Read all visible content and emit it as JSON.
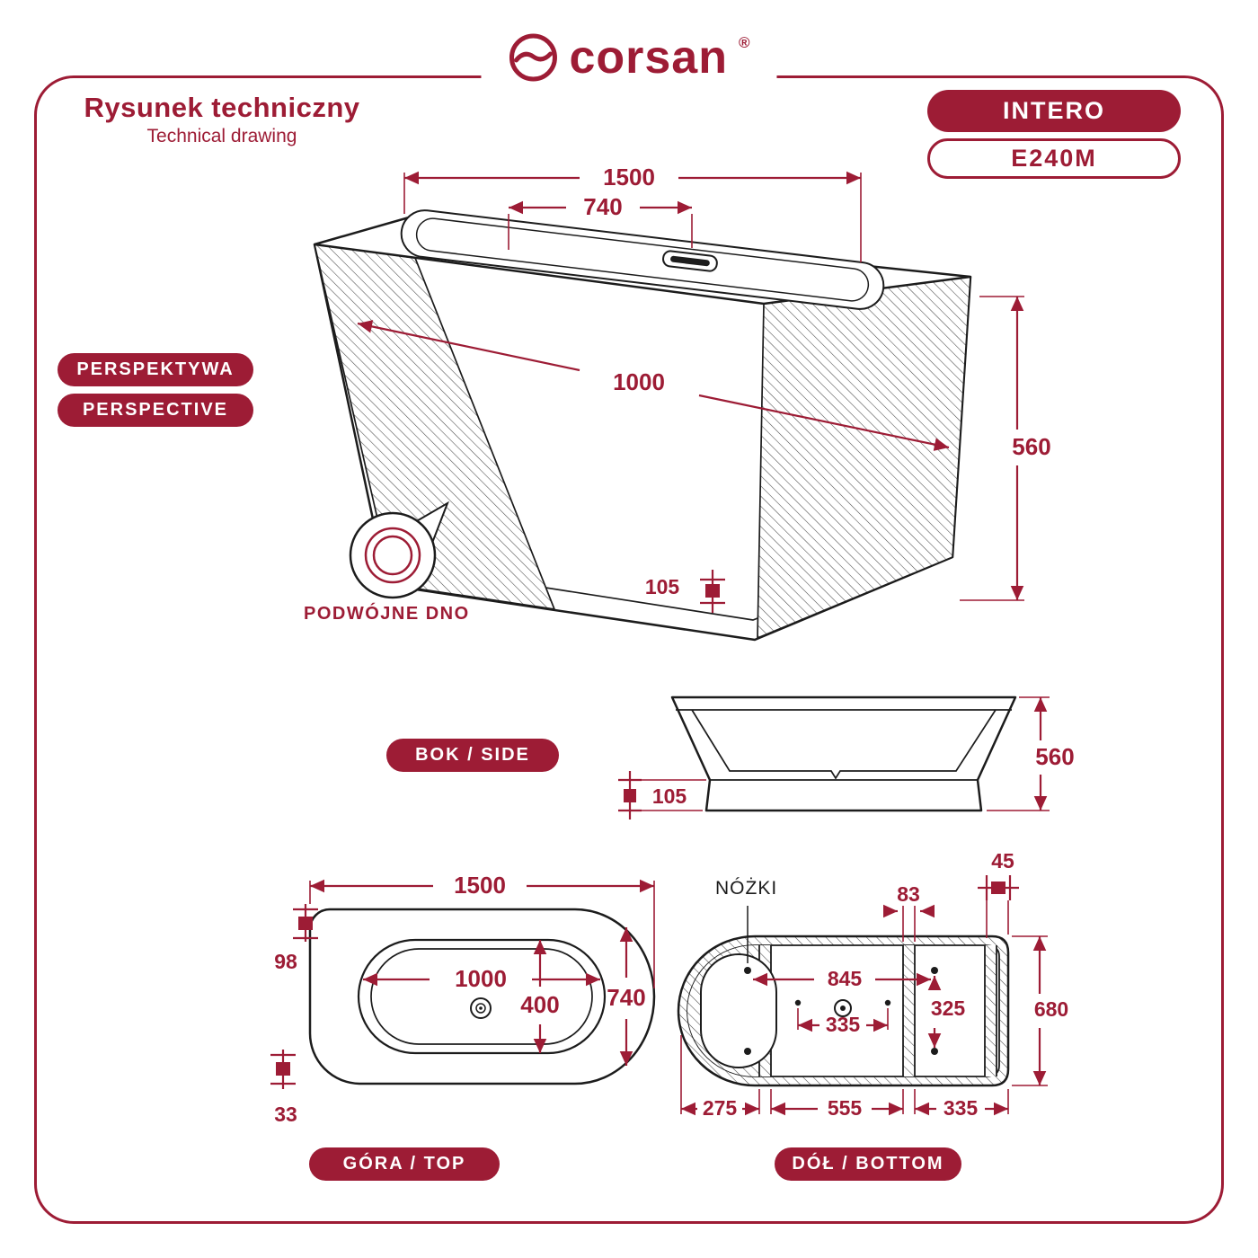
{
  "colors": {
    "brand": "#9d1c35",
    "line": "#1c1c1c"
  },
  "brand": {
    "logo": "corsan",
    "registered": "®"
  },
  "header": {
    "title_pl": "Rysunek techniczny",
    "title_en": "Technical drawing",
    "model_name": "INTERO",
    "model_code": "E240M"
  },
  "section_badges": {
    "perspective_pl": "PERSPEKTYWA",
    "perspective_en": "PERSPECTIVE",
    "side": "BOK / SIDE",
    "top": "GÓRA / TOP",
    "bottom": "DÓŁ / BOTTOM"
  },
  "annotations": {
    "double_bottom": "PODWÓJNE DNO",
    "feet": "NÓŻKI"
  },
  "dimensions_mm": {
    "perspective": {
      "length": "1500",
      "overflow_offset": "740",
      "basin_length": "1000",
      "height": "560",
      "plinth_height": "105"
    },
    "side": {
      "height": "560",
      "plinth_height": "105"
    },
    "top": {
      "length": "1500",
      "rim_top": "98",
      "basin_length": "1000",
      "basin_width": "400",
      "width": "740",
      "rim_bottom": "33"
    },
    "bottom": {
      "feet_span": "845",
      "drain_span": "335",
      "feet_pitch": "325",
      "strip_width": "83",
      "edge_strip": "45",
      "width": "680",
      "seg_left": "275",
      "seg_mid": "555",
      "seg_right": "335"
    }
  }
}
